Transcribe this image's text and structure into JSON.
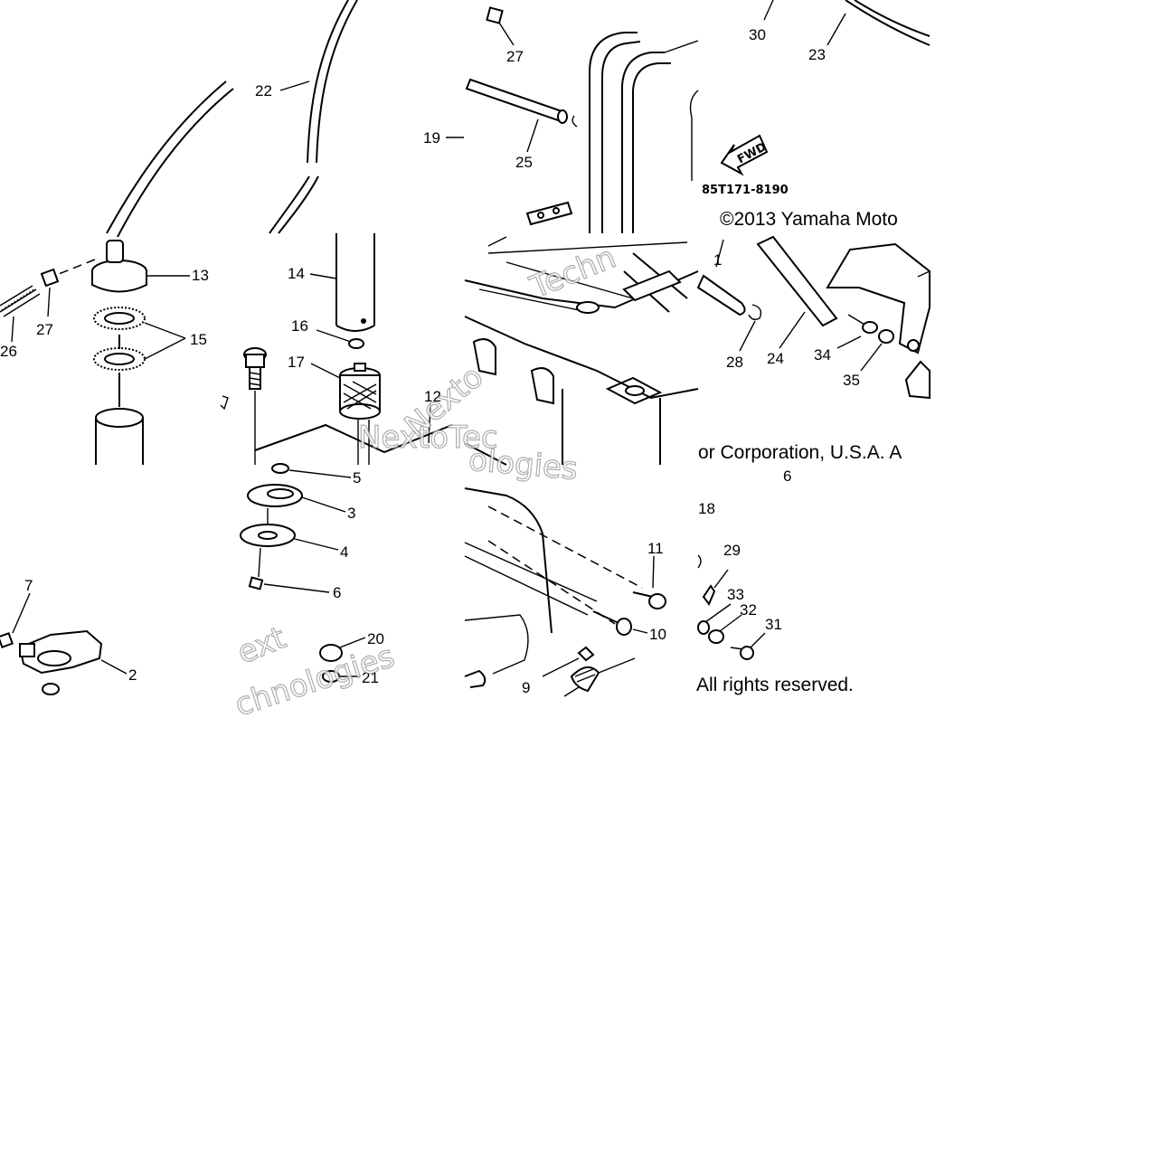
{
  "diagram": {
    "part_code": "85T171-8190",
    "fwd_arrow": "FWD",
    "copyright_line_1": "©2013 Yamaha Moto",
    "copyright_line_2": "or Corporation, U.S.A. A",
    "copyright_line_3": "All rights reserved.",
    "watermark": [
      "Techn",
      "NextoTec",
      "ologies",
      "ext",
      "chnologies",
      "Nexto"
    ],
    "callouts": {
      "c1": "1",
      "c2": "2",
      "c3": "3",
      "c4": "4",
      "c5": "5",
      "c6a": "6",
      "c6b": "6",
      "c7": "7",
      "c9": "9",
      "c10": "10",
      "c11": "11",
      "c12": "12",
      "c13": "13",
      "c14": "14",
      "c15": "15",
      "c16": "16",
      "c17": "17",
      "c18": "18",
      "c19": "19",
      "c20": "20",
      "c21": "21",
      "c22": "22",
      "c23": "23",
      "c24": "24",
      "c25": "25",
      "c26": "26",
      "c27a": "27",
      "c27b": "27",
      "c28": "28",
      "c29": "29",
      "c30": "30",
      "c31": "31",
      "c32": "32",
      "c33": "33",
      "c34": "34",
      "c35": "35"
    }
  }
}
